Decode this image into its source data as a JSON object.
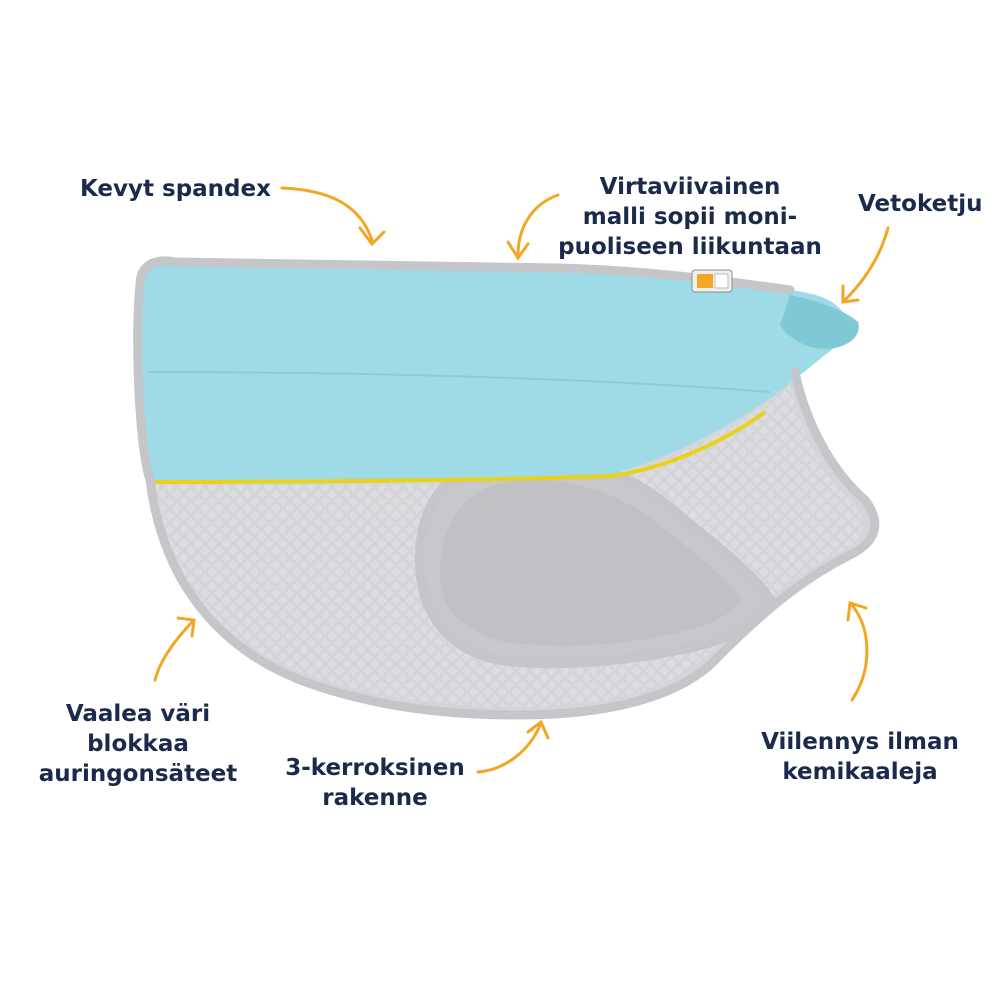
{
  "callouts": {
    "light_spandex": "Kevyt spandex",
    "streamlined": "Virtaviivainen\nmalli sopii moni-\npuoliseen liikuntaan",
    "leash_opening": "Vetoketju",
    "light_color": "Vaalea väri\nblokkaa\nauringonsäteet",
    "three_layer": "3-kerroksinen\nrakenne",
    "cooling": "Viilennys ilman\nkemikaaleja"
  },
  "colors": {
    "text": "#1b2a4a",
    "arrow": "#f2a623",
    "shell_blue": "#9fdbe6",
    "mesh_gray": "#d4d5d8",
    "binding_gray": "#c4c6ca",
    "reflective_trim": "#e8d21c"
  },
  "icons": [
    "curved-arrow-icon",
    "brand-label-icon"
  ]
}
